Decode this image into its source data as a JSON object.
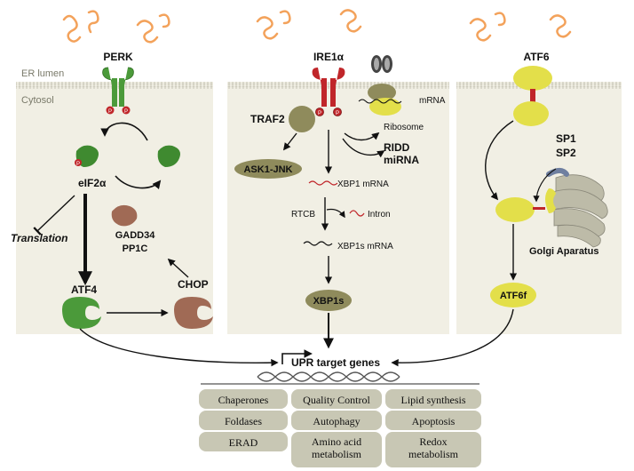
{
  "regions": {
    "er_lumen": "ER lumen",
    "cytosol": "Cytosol"
  },
  "perk": {
    "sensor": "PERK",
    "phospho": "P",
    "eif2a": "eIF2α",
    "translation": "Translation",
    "gadd34": "GADD34",
    "pp1c": "PP1C",
    "atf4": "ATF4",
    "chop": "CHOP"
  },
  "ire1": {
    "sensor": "IRE1α",
    "traf2": "TRAF2",
    "ask1": "ASK1-JNK",
    "mrna": "mRNA",
    "ribosome": "Ribosome",
    "ridd": "RIDD",
    "mirna": "miRNA",
    "xbp1_mrna": "XBP1 mRNA",
    "rtcb": "RTCB",
    "intron": "Intron",
    "xbp1s_mrna": "XBP1s mRNA",
    "xbp1s": "XBP1s"
  },
  "atf6": {
    "sensor": "ATF6",
    "sp1": "SP1",
    "sp2": "SP2",
    "golgi": "Golgi Aparatus",
    "atf6f": "ATF6f"
  },
  "target": {
    "label": "UPR target genes"
  },
  "outputs": [
    "Chaperones",
    "Quality Control",
    "Lipid synthesis",
    "Foldases",
    "Autophagy",
    "Apoptosis",
    "ERAD",
    "Amino acid\nmetabolism",
    "Redox\nmetabolism"
  ],
  "colors": {
    "panel": "#f1efe4",
    "green": "#4b9a3a",
    "red": "#c0262a",
    "olive": "#8f8b5c",
    "yellow": "#e3df4a",
    "brown": "#a06a55",
    "unfolded": "#f3a25b",
    "box": "#c8c7b4"
  }
}
